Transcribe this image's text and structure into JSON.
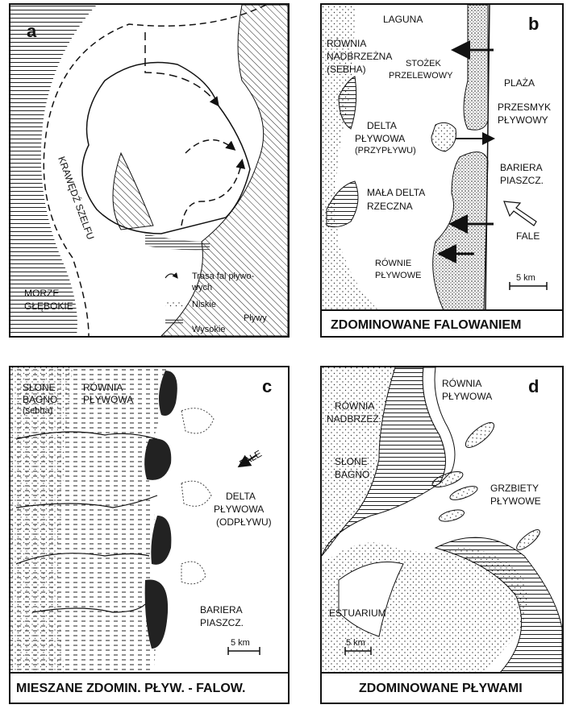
{
  "panels": {
    "a": {
      "letter": "a",
      "shelf_edge": "KRAWĘDŹ SZELFU",
      "deep_sea_1": "MORZE",
      "deep_sea_2": "GŁĘBOKIE",
      "legend_route_1": "Trasa fal pływo-",
      "legend_route_2": "wych",
      "legend_low": "Niskie",
      "legend_tides": "Pływy",
      "legend_high": "Wysokie"
    },
    "b": {
      "letter": "b",
      "lagoon": "LAGUNA",
      "coastal_plain_1": "RÓWNIA",
      "coastal_plain_2": "NADBRZEŻNA",
      "coastal_plain_3": "(SEBHA)",
      "fan_1": "STOŻEK",
      "fan_2": "PRZELEWOWY",
      "beach": "PLAŻA",
      "inlet_1": "PRZESMYK",
      "inlet_2": "PŁYWOWY",
      "delta_1": "DELTA",
      "delta_2": "PŁYWOWA",
      "delta_3": "(PRZYPŁYWU)",
      "barrier_1": "BARIERA",
      "barrier_2": "PIASZCZ.",
      "river_delta_1": "MAŁA DELTA",
      "river_delta_2": "RZECZNA",
      "waves": "FALE",
      "tidal_plains_1": "RÓWNIE",
      "tidal_plains_2": "PŁYWOWE",
      "scale": "5 km",
      "caption": "ZDOMINOWANE FALOWANIEM"
    },
    "c": {
      "letter": "c",
      "marsh_1": "SŁONE",
      "marsh_2": "BAGNO",
      "marsh_3": "(sebha)",
      "plain_1": "RÓWNIA",
      "plain_2": "PŁYWOWA",
      "waves": "FALE",
      "delta_1": "DELTA",
      "delta_2": "PŁYWOWA",
      "delta_3": "(ODPŁYWU)",
      "barrier_1": "BARIERA",
      "barrier_2": "PIASZCZ.",
      "scale": "5 km",
      "caption": "MIESZANE ZDOMIN. PŁYW. - FALOW."
    },
    "d": {
      "letter": "d",
      "tidal_plain_1": "RÓWNIA",
      "tidal_plain_2": "PŁYWOWA",
      "coastal_plain_1": "RÓWNIA",
      "coastal_plain_2": "NADBRZEŻ.",
      "marsh_1": "SŁONE",
      "marsh_2": "BAGNO",
      "ridges_1": "GRZBIETY",
      "ridges_2": "PŁYWOWE",
      "estuary": "ESTUARIUM",
      "scale": "5 km",
      "caption": "ZDOMINOWANE PŁYWAMI"
    }
  }
}
